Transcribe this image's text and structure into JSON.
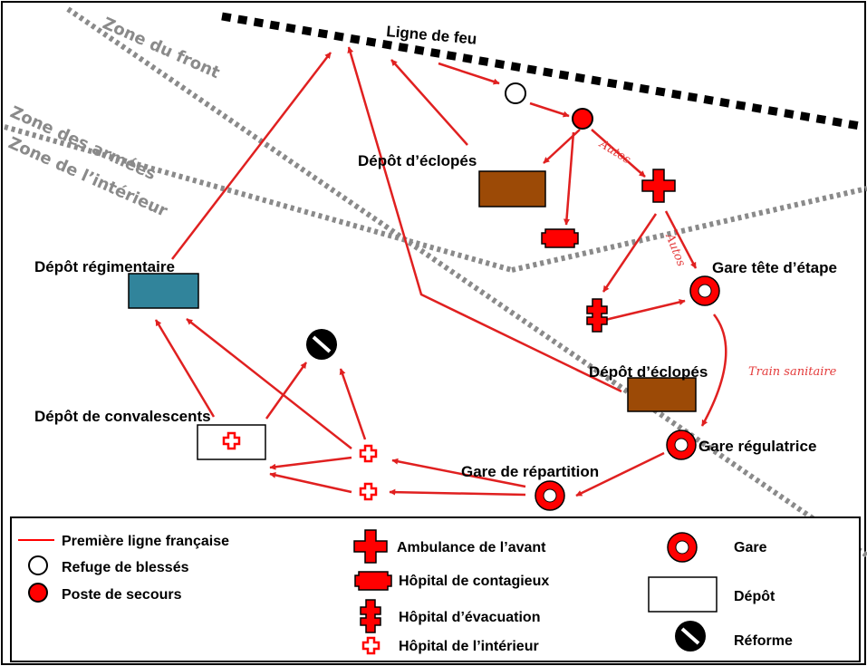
{
  "labels": {
    "ligne_de_feu": "Ligne de feu",
    "zone_front": "Zone du front",
    "zone_armees": "Zone des armées",
    "zone_interieur": "Zone de l’intérieur",
    "depot_eclopes_1": "Dépôt d’éclopés",
    "depot_eclopes_2": "Dépôt d’éclopés",
    "depot_regimentaire": "Dépôt régimentaire",
    "depot_convalescents": "Dépôt de convalescents",
    "gare_tete_etape": "Gare tête d’étape",
    "gare_regulatrice": "Gare régulatrice",
    "gare_repartition": "Gare de répartition",
    "autos_1": "Autos",
    "autos_2": "Autos",
    "train_sanitaire": "Train sanitaire"
  },
  "legend": {
    "premiere_ligne": "Première ligne française",
    "refuge": "Refuge de blessés",
    "poste": "Poste de secours",
    "ambulance": "Ambulance de l’avant",
    "contagieux": "Hôpital de contagieux",
    "evacuation": "Hôpital d’évacuation",
    "interieur": "Hôpital de l’intérieur",
    "gare": "Gare",
    "depot": "Dépôt",
    "reforme": "Réforme"
  },
  "colors": {
    "red": "#ff0000",
    "arrow": "#e02020",
    "depot_brown": "#9c4a06",
    "depot_blue": "#31849b",
    "zone_grey": "#8a8a8a",
    "black": "#000000"
  }
}
